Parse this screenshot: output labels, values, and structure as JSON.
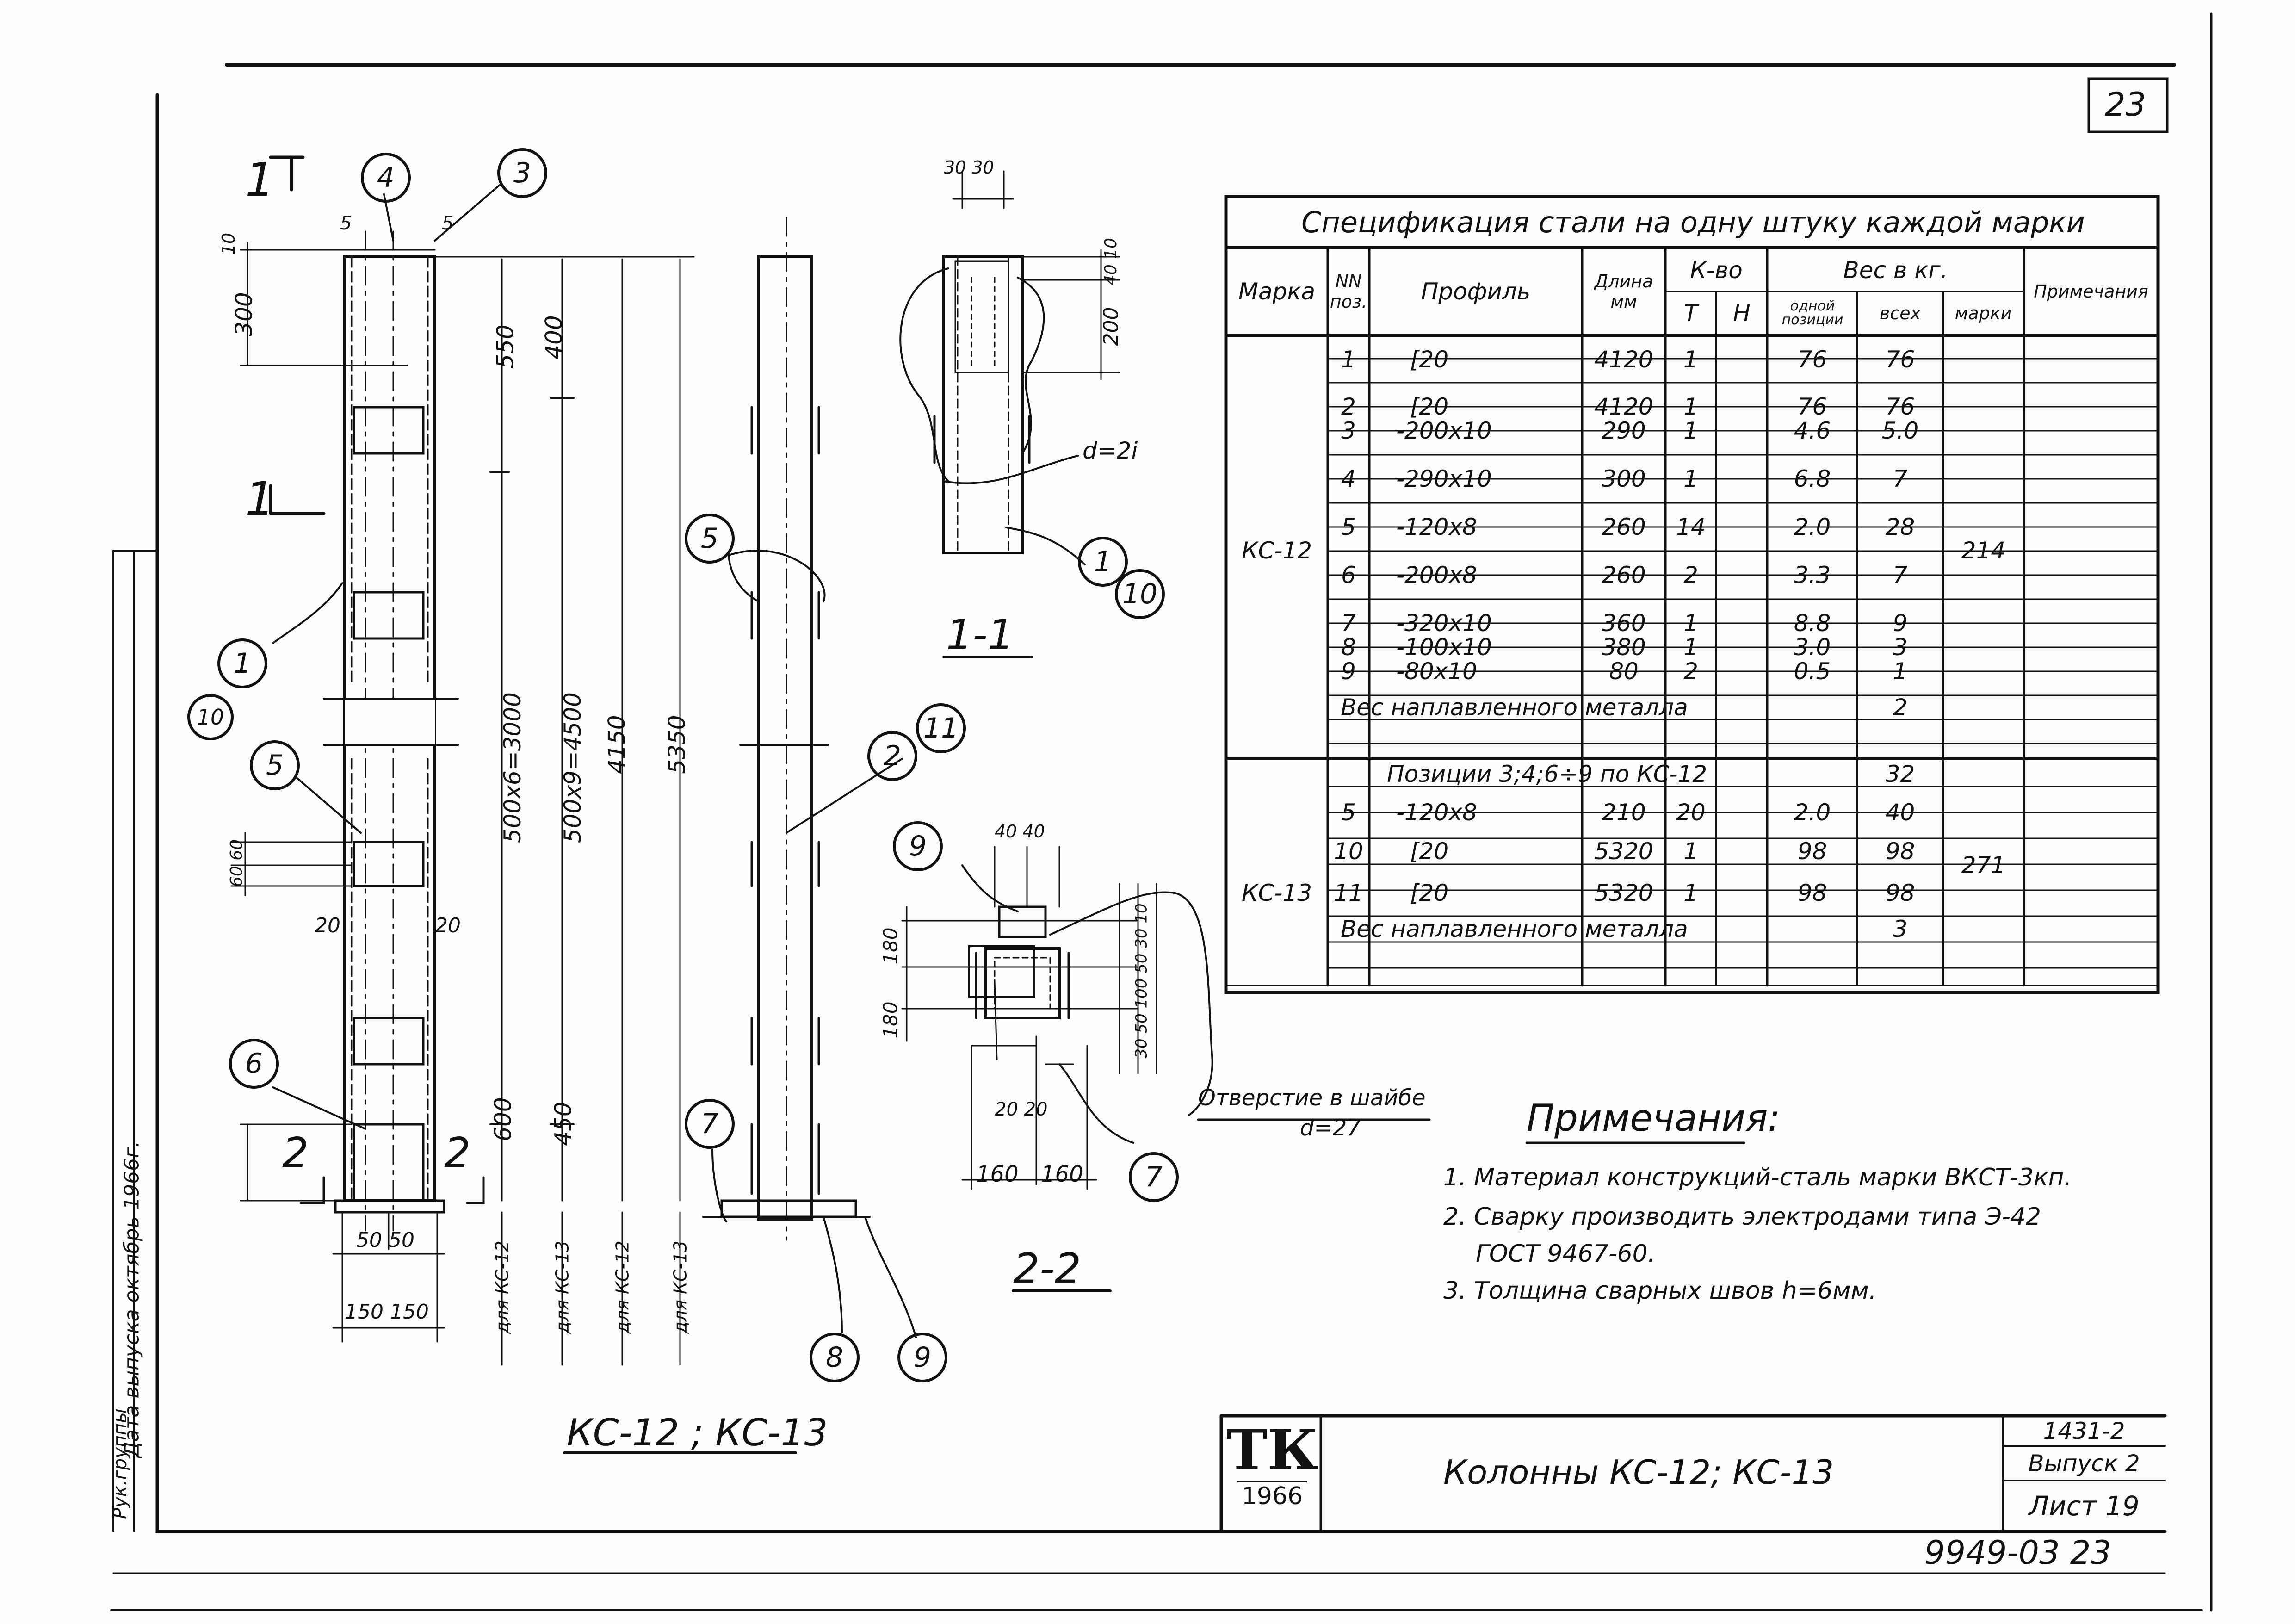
{
  "sheet": {
    "corner_number": "23",
    "drawing_title": "КС-12 ; КС-13",
    "bottom_number": "9949-03  23"
  },
  "side_stamp": {
    "line1": "Рук.группы",
    "line2": "Дата выпуска октябрь 1966г."
  },
  "spec_table": {
    "title": "Спецификация стали на одну штуку каждой марки",
    "headers": {
      "mark": "Марка",
      "pos": "NN поз.",
      "profile": "Профиль",
      "length": "Длина мм",
      "qty": "К-во",
      "qty_t": "Т",
      "qty_n": "Н",
      "weight": "Вес в кг.",
      "w_one": "одной позиции",
      "w_all": "всех",
      "w_mark": "марки",
      "note": "Примечания"
    },
    "groups": [
      {
        "mark": "КС-12",
        "mark_weight": "214",
        "rows": [
          {
            "pos": "1",
            "profile": "[20",
            "length": "4120",
            "t": "1",
            "n": "",
            "one": "76",
            "all": "76"
          },
          {
            "pos": "2",
            "profile": "[20",
            "length": "4120",
            "t": "1",
            "n": "",
            "one": "76",
            "all": "76"
          },
          {
            "pos": "3",
            "profile": "-200x10",
            "length": "290",
            "t": "1",
            "n": "",
            "one": "4.6",
            "all": "5.0"
          },
          {
            "pos": "4",
            "profile": "-290x10",
            "length": "300",
            "t": "1",
            "n": "",
            "one": "6.8",
            "all": "7"
          },
          {
            "pos": "5",
            "profile": "-120x8",
            "length": "260",
            "t": "14",
            "n": "",
            "one": "2.0",
            "all": "28"
          },
          {
            "pos": "6",
            "profile": "-200x8",
            "length": "260",
            "t": "2",
            "n": "",
            "one": "3.3",
            "all": "7"
          },
          {
            "pos": "7",
            "profile": "-320x10",
            "length": "360",
            "t": "1",
            "n": "",
            "one": "8.8",
            "all": "9"
          },
          {
            "pos": "8",
            "profile": "-100x10",
            "length": "380",
            "t": "1",
            "n": "",
            "one": "3.0",
            "all": "3"
          },
          {
            "pos": "9",
            "profile": "-80x10",
            "length": "80",
            "t": "2",
            "n": "",
            "one": "0.5",
            "all": "1"
          }
        ],
        "weld_label": "Вес наплавленного металла",
        "weld_weight": "2"
      },
      {
        "mark": "КС-13",
        "mark_weight": "271",
        "ref_row": "Позиции 3;4;6÷9 по КС-12",
        "ref_weight": "32",
        "rows": [
          {
            "pos": "5",
            "profile": "-120x8",
            "length": "210",
            "t": "20",
            "n": "",
            "one": "2.0",
            "all": "40"
          },
          {
            "pos": "10",
            "profile": "[20",
            "length": "5320",
            "t": "1",
            "n": "",
            "one": "98",
            "all": "98"
          },
          {
            "pos": "11",
            "profile": "[20",
            "length": "5320",
            "t": "1",
            "n": "",
            "one": "98",
            "all": "98"
          }
        ],
        "weld_label": "Вес наплавленного металла",
        "weld_weight": "3"
      }
    ]
  },
  "notes": {
    "title": "Примечания:",
    "items": [
      "1. Материал конструкций-сталь марки ВКСТ-3кп.",
      "2. Сварку производить электродами типа Э-42",
      "ГОСТ 9467-60.",
      "3. Толщина сварных швов h=6мм."
    ]
  },
  "title_block": {
    "logo_letters": "ТК",
    "logo_year": "1966",
    "name": "Колонны  КС-12; КС-13",
    "series": "1431-2",
    "issue": "Выпуск 2",
    "sheet": "Лист 19"
  },
  "section_labels": {
    "s11": "1-1",
    "s22": "2-2",
    "cut1_top": "1",
    "cut1_bottom": "1",
    "cut2_left": "2",
    "cut2_right": "2",
    "hole_note": "Отверстие в шайбе",
    "hole_d": "d=27",
    "d_label": "d=2i"
  },
  "dimensions": {
    "top_5l": "5",
    "top_5r": "5",
    "d10": "10",
    "d300": "300",
    "d550": "550",
    "d400": "400",
    "d500x6": "500x6=3000",
    "d500x9": "500x9=4500",
    "d4150": "4150",
    "d5350": "5350",
    "d600": "600",
    "d450": "450",
    "d60_60": "60 60",
    "d20l": "20",
    "d20r": "20",
    "d100_50": "50 50",
    "d150_150": "150 150",
    "for_kc12a": "для КС-12",
    "for_kc13a": "для КС-13",
    "for_kc12b": "для КС-12",
    "for_kc13b": "для КС-13",
    "d30_30": "30 30",
    "d40_10": "40 10",
    "d200": "200",
    "d40_40": "40 40",
    "d180a": "180",
    "d180b": "180",
    "d20_20": "20 20",
    "d160a": "160",
    "d160b": "160",
    "d_right_stack": "30 50 100 50 30 10"
  },
  "bubbles": {
    "b4": "4",
    "b3": "3",
    "b1": "1",
    "b10": "10",
    "b5": "5",
    "b6": "6",
    "b5m": "5",
    "b2": "2",
    "b11": "11",
    "b7": "7",
    "b8": "8",
    "b9": "9",
    "b1s": "1",
    "b10s": "10",
    "b9s": "9",
    "b7s": "7"
  }
}
